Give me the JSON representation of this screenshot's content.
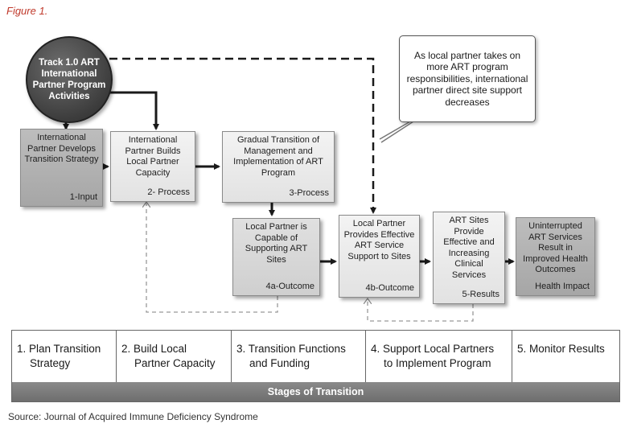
{
  "figure_label": "Figure 1.",
  "circle": {
    "text": "Track 1.0 ART International Partner Program Activities"
  },
  "callout": {
    "text": "As local partner takes on more ART program responsibilities, international partner direct site support decreases"
  },
  "boxes": {
    "input": {
      "text": "International Partner Develops Transition Strategy",
      "stage": "1-Input"
    },
    "process2": {
      "text": "International Partner Builds Local Partner Capacity",
      "stage": "2- Process"
    },
    "process3": {
      "text": "Gradual Transition of Management and Implementation of ART Program",
      "stage": "3-Process"
    },
    "outcome4a": {
      "text": "Local Partner is Capable of Supporting ART Sites",
      "stage": "4a-Outcome"
    },
    "outcome4b": {
      "text": "Local Partner Provides Effective ART Service Support to Sites",
      "stage": "4b-Outcome"
    },
    "results5": {
      "text": "ART Sites Provide Effective and Increasing Clinical Services",
      "stage": "5-Results"
    },
    "impact": {
      "text": "Uninterrupted ART Services Result in Improved Health Outcomes",
      "stage": "Health Impact"
    }
  },
  "stages": [
    {
      "line1": "1. Plan Transition",
      "line2": "Strategy"
    },
    {
      "line1": "2. Build Local",
      "line2": "Partner Capacity"
    },
    {
      "line1": "3. Transition Functions",
      "line2": "and Funding"
    },
    {
      "line1": "4. Support Local Partners",
      "line2": "to Implement Program"
    },
    {
      "line1": "5. Monitor Results",
      "line2": ""
    }
  ],
  "stages_footer": "Stages of Transition",
  "source": "Source: Journal of Acquired Immune Deficiency Syndrome"
}
